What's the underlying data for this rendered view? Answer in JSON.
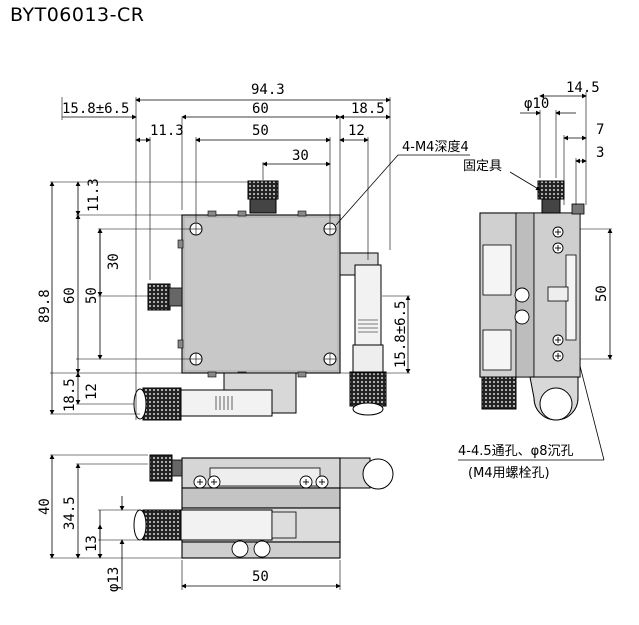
{
  "title": "BYT06013-CR",
  "dims_top": {
    "d94_3": "94.3",
    "d15_8": "15.8±6.5",
    "d60": "60",
    "d18_5": "18.5",
    "d11_3": "11.3",
    "d50": "50",
    "d12": "12",
    "d30": "30"
  },
  "dims_left": {
    "d11_3": "11.3",
    "d30": "30",
    "d89_8": "89.8",
    "d60": "60",
    "d50": "50",
    "d18_5": "18.5",
    "d12": "12",
    "d15_8": "15.8±6.5"
  },
  "dims_side": {
    "phi10": "φ10",
    "d14_5": "14.5",
    "d7": "7",
    "d3": "3",
    "d50": "50"
  },
  "dims_bottom": {
    "d40": "40",
    "d34_5": "34.5",
    "d13": "13",
    "phi13": "φ13",
    "d50": "50"
  },
  "callouts": {
    "tapped": "4-M4深度4",
    "fixture": "固定具",
    "holes_line1": "4-4.5通孔、φ8沉孔",
    "holes_line2": "(M4用螺栓孔)"
  }
}
